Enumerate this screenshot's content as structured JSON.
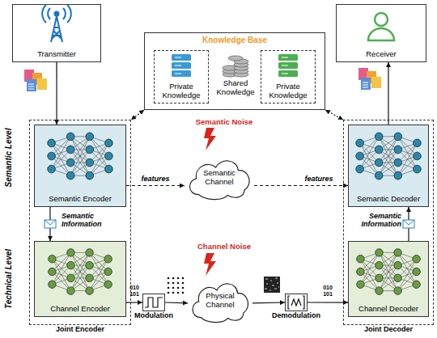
{
  "diagram": {
    "nodes": [
      {
        "text": [
          "Transmitter"
        ]
      },
      {
        "text": [
          "Knowledge Base"
        ]
      },
      {
        "text": [
          "Private Knowledge"
        ],
        "in": 1
      },
      {
        "text": [
          "Private Knowledge"
        ],
        "in": 1
      },
      {
        "text": [
          "Receiver"
        ]
      },
      {
        "text": [
          "Joint Encoder"
        ]
      },
      {
        "text": [
          "Semantic Encoder"
        ],
        "in": 5
      },
      {
        "text": [
          "Semantic Channel"
        ]
      },
      {
        "text": [
          "Joint Decoder"
        ]
      },
      {
        "text": [
          "Semantic Decoder"
        ],
        "in": 8
      },
      {
        "text": [
          "Channel Encoder"
        ],
        "in": 5
      },
      {
        "text": [
          "Channel Decoder"
        ],
        "in": 8
      },
      {
        "text": [
          "Modulation"
        ]
      },
      {
        "text": [
          "Physical Channel"
        ]
      },
      {
        "text": [
          "Demodulation"
        ]
      }
    ],
    "edges": [
      {
        "from": 0,
        "to": 6,
        "arrow": "to"
      },
      {
        "from": 6,
        "to": 10,
        "arrow": "to",
        "label": "Semantic Information"
      },
      {
        "from": 6,
        "to": 7,
        "arrow": "to",
        "label": "features"
      },
      {
        "from": 7,
        "to": 9,
        "arrow": "to",
        "label": "features"
      },
      {
        "from": 10,
        "to": 12,
        "arrow": "to",
        "label": "010 101"
      },
      {
        "from": 12,
        "to": 13,
        "arrow": "to"
      },
      {
        "from": 13,
        "to": 14,
        "arrow": "to"
      },
      {
        "from": 14,
        "to": 11,
        "arrow": "to",
        "label": "010 101"
      },
      {
        "from": 11,
        "to": 9,
        "arrow": "to",
        "label": "Semantic Information"
      },
      {
        "from": 9,
        "to": 4,
        "arrow": "to"
      },
      {
        "from": 1,
        "to": 5,
        "arrow": "both"
      },
      {
        "from": 1,
        "to": 8,
        "arrow": "both"
      }
    ],
    "labels": [
      "Shared Knowledge",
      "Semantic Noise",
      "Channel Noise",
      "Semantic Level",
      "Technical Level"
    ]
  }
}
